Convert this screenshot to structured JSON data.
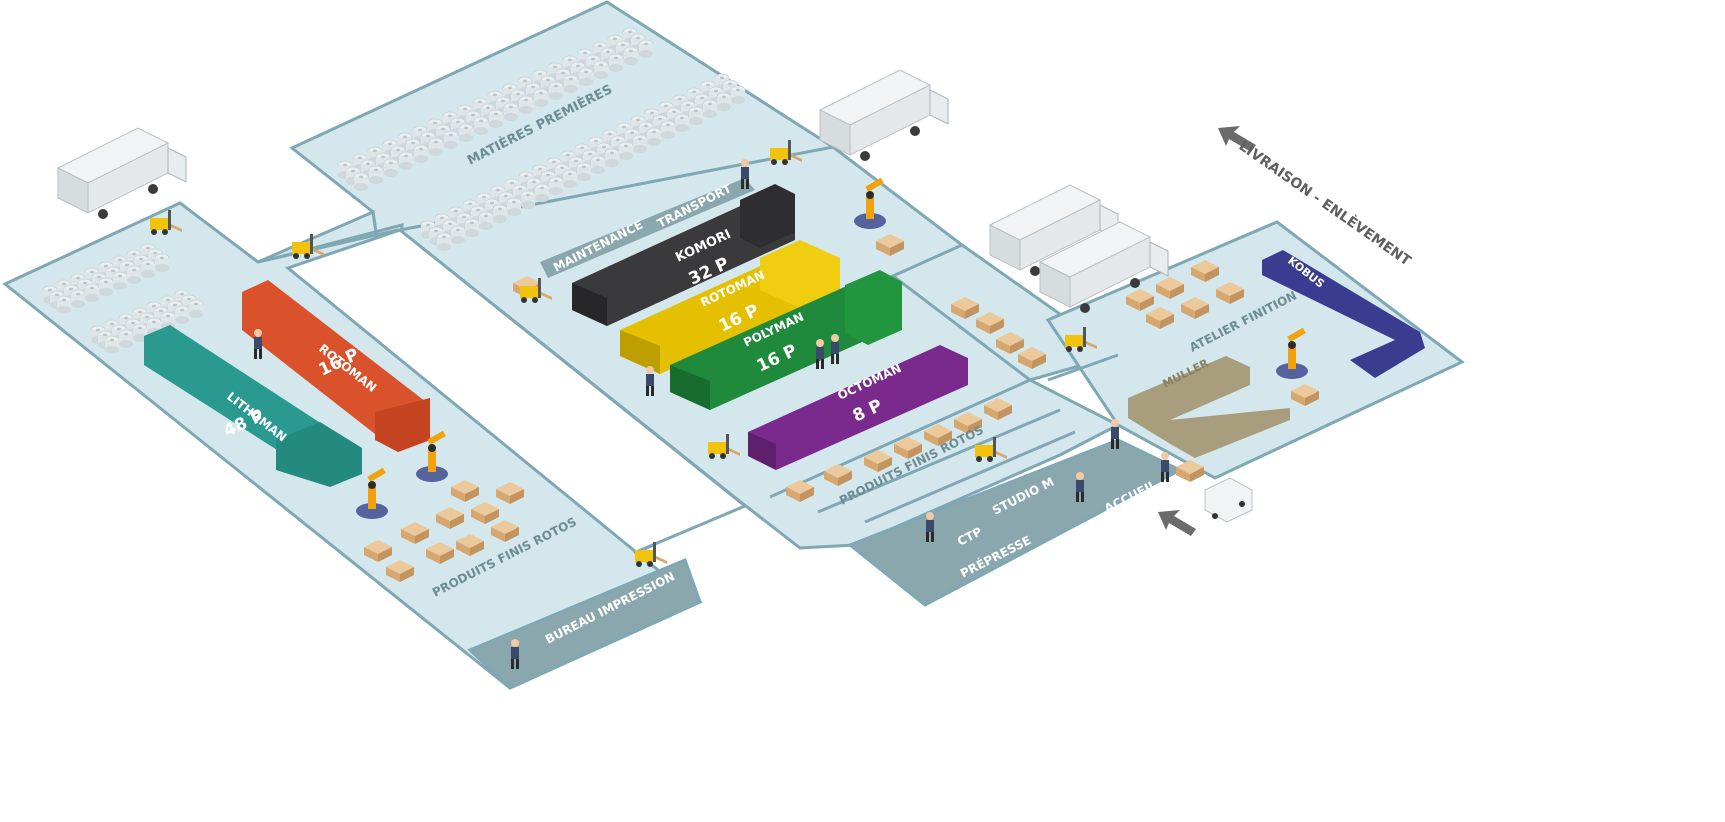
{
  "zones": {
    "raw_materials": "MATIÈRES PREMIÈRES",
    "maintenance": "MAINTENANCE",
    "transport": "TRANSPORT",
    "finished_left": "PRODUITS FINIS ROTOS",
    "finished_right": "PRODUITS FINIS ROTOS",
    "print_office": "BUREAU IMPRESSION",
    "finishing": "ATELIER FINITION",
    "ctp": "CTP",
    "prepress": "PRÉPRESSE",
    "studio": "STUDIO M",
    "reception": "ACCUEIL",
    "delivery": "LIVRAISON - ENLÈVEMENT"
  },
  "machines": {
    "komori": {
      "name": "KOMORI",
      "pages": "32 P",
      "color": "#3a3a3d"
    },
    "rotoman_center": {
      "name": "ROTOMAN",
      "pages": "16 P",
      "color": "#e5c000"
    },
    "polyman": {
      "name": "POLYMAN",
      "pages": "16 P",
      "color": "#1f8a3c"
    },
    "octoman": {
      "name": "OCTOMAN",
      "pages": "8 P",
      "color": "#7a2a8c"
    },
    "rotoman_left": {
      "name": "ROTOMAN",
      "pages": "16 P",
      "color": "#d9522c"
    },
    "lithoman": {
      "name": "LITHOMAN",
      "pages": "48 P",
      "color": "#2a9a90"
    },
    "kobus": {
      "name": "KOBUS",
      "color": "#3a3d8f"
    },
    "muller": {
      "name": "MULLER",
      "color": "#a89e7e"
    }
  },
  "colors": {
    "floor": "#d3e7ec",
    "floor_edge": "#7fa8b4",
    "band": "#8aa7ad",
    "band_text": "#ffffff",
    "label": "#6e8c94"
  }
}
